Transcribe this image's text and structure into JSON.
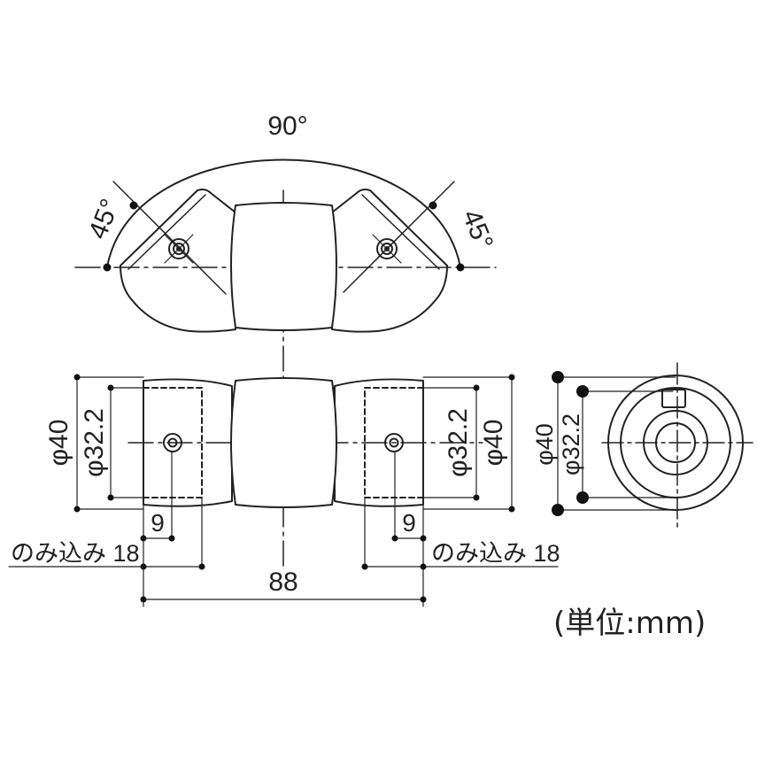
{
  "top_view": {
    "angle_total": "90°",
    "angle_left": "45°",
    "angle_right": "45°"
  },
  "front_view": {
    "dia_outer_left": "φ40",
    "dia_inner_left": "φ32.2",
    "dia_inner_right": "φ32.2",
    "dia_outer_right": "φ40",
    "offset_left": "9",
    "offset_right": "9",
    "insert_left": "のみ込み 18",
    "insert_right": "のみ込み 18",
    "overall": "88"
  },
  "side_view": {
    "dia_outer": "φ40",
    "dia_inner": "φ32.2"
  },
  "unit_note": "(単位:mm)",
  "colors": {
    "line": "#222222",
    "background": "#ffffff"
  }
}
